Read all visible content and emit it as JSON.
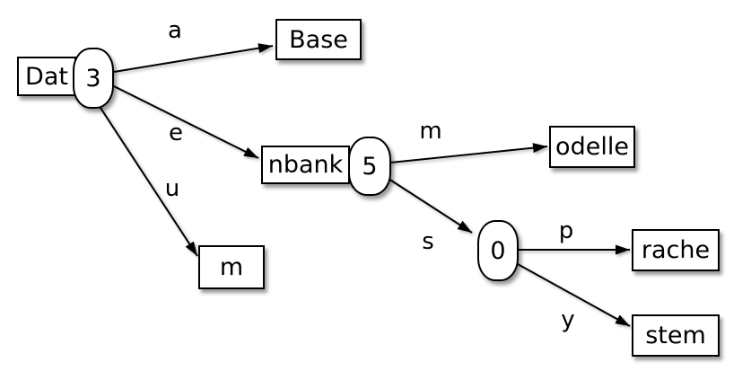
{
  "colors": {
    "background": "#ffffff",
    "node_fill": "#ffffff",
    "node_stroke": "#000000",
    "text": "#000000"
  },
  "diagram": {
    "type": "trie",
    "nodes": [
      {
        "id": "dat",
        "shape": "rect-with-oval",
        "label": "Dat",
        "count": "3"
      },
      {
        "id": "base",
        "shape": "rect",
        "label": "Base"
      },
      {
        "id": "nbank",
        "shape": "rect-with-oval",
        "label": "nbank",
        "count": "5"
      },
      {
        "id": "m",
        "shape": "rect",
        "label": "m"
      },
      {
        "id": "odelle",
        "shape": "rect",
        "label": "odelle"
      },
      {
        "id": "zero",
        "shape": "oval",
        "count": "0"
      },
      {
        "id": "rache",
        "shape": "rect",
        "label": "rache"
      },
      {
        "id": "stem",
        "shape": "rect",
        "label": "stem"
      }
    ],
    "edges": [
      {
        "from": "dat",
        "to": "base",
        "label": "a"
      },
      {
        "from": "dat",
        "to": "nbank",
        "label": "e"
      },
      {
        "from": "dat",
        "to": "m",
        "label": "u"
      },
      {
        "from": "nbank",
        "to": "odelle",
        "label": "m"
      },
      {
        "from": "nbank",
        "to": "zero",
        "label": "s"
      },
      {
        "from": "zero",
        "to": "rache",
        "label": "p"
      },
      {
        "from": "zero",
        "to": "stem",
        "label": "y"
      }
    ]
  }
}
